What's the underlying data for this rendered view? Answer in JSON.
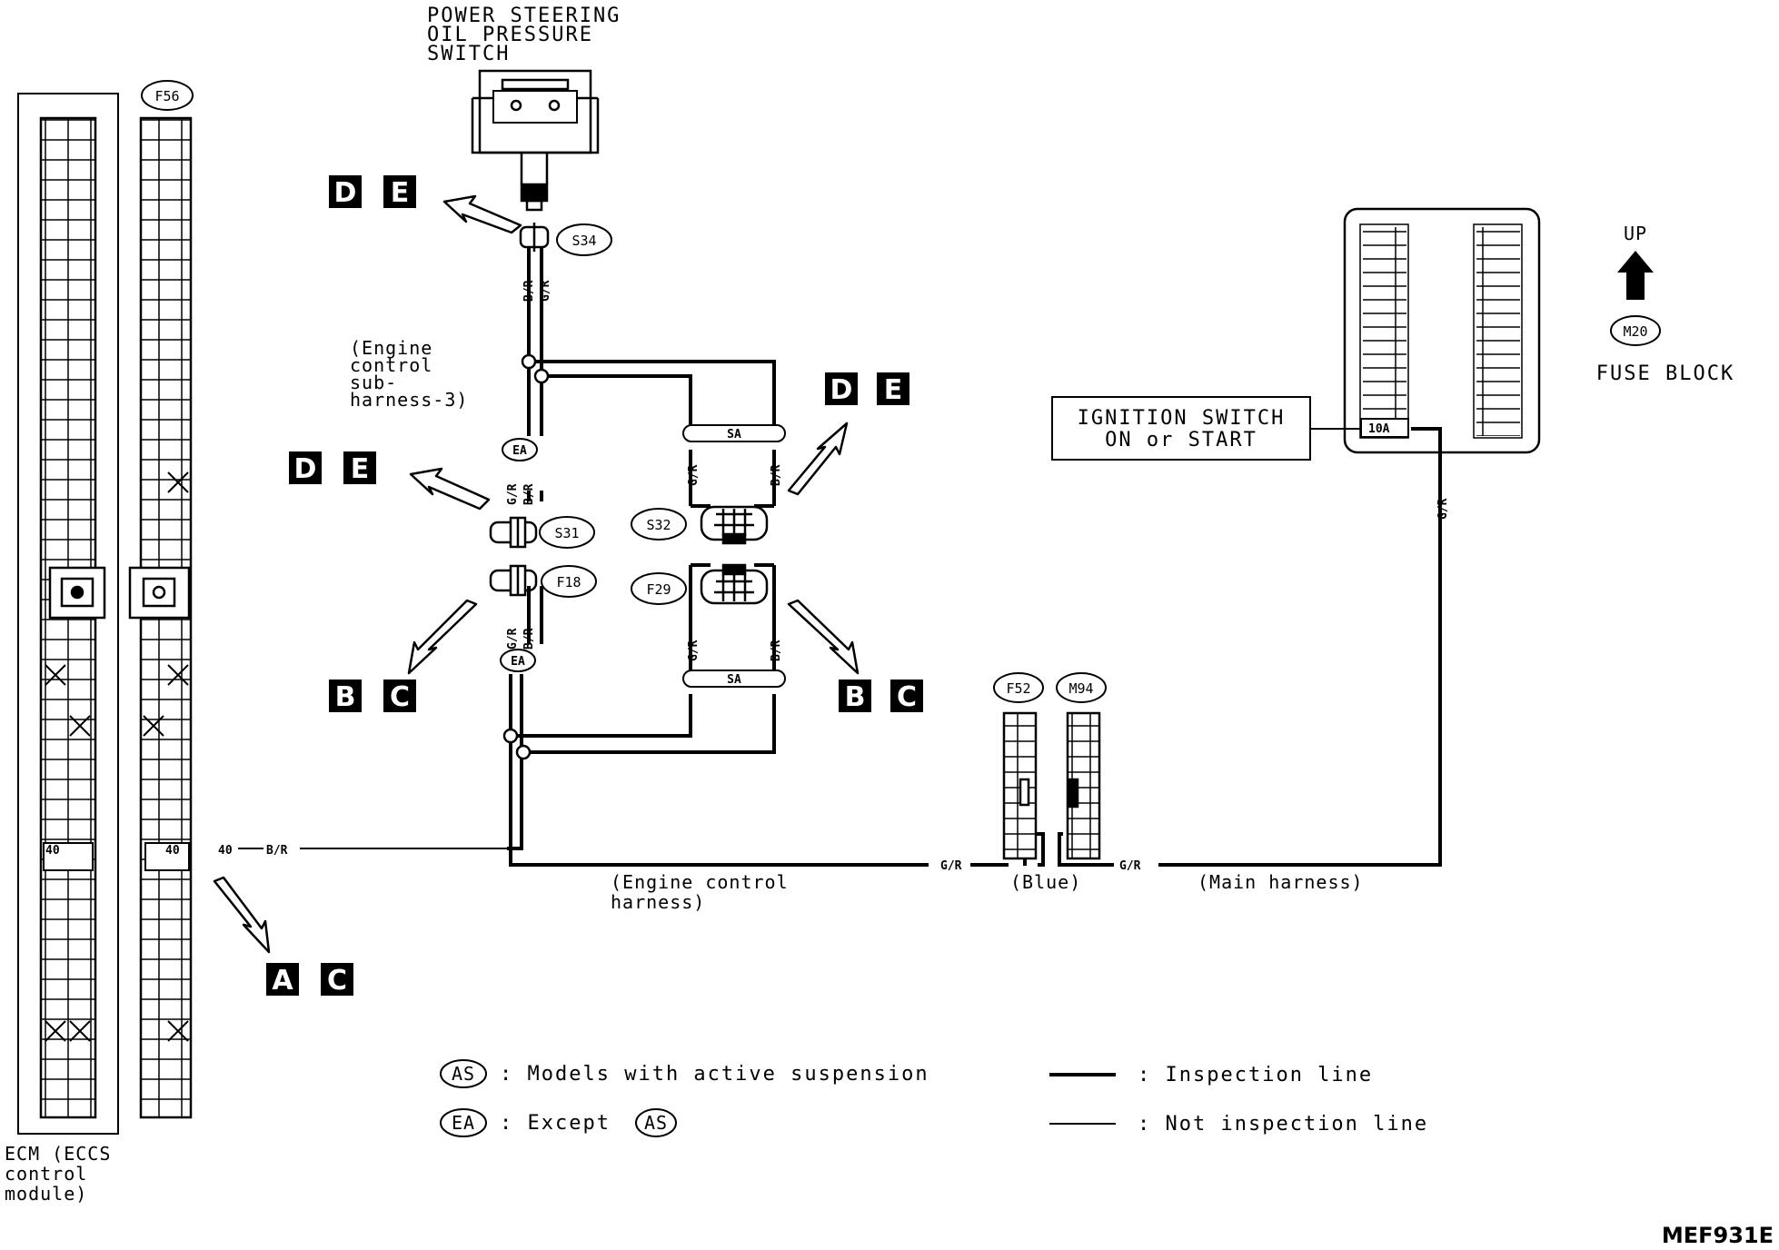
{
  "components": {
    "ps_switch": "POWER STEERING\nOIL PRESSURE\nSWITCH",
    "ecm": "ECM (ECCS\ncontrol\nmodule)",
    "ignition": "IGNITION SWITCH\nON or START",
    "fuse_block": "FUSE BLOCK",
    "up": "UP",
    "fuse": "10A"
  },
  "connectors": {
    "f56": "F56",
    "s34": "S34",
    "s31": "S31",
    "s32": "S32",
    "f18": "F18",
    "f29": "F29",
    "f52": "F52",
    "m94": "M94",
    "m20": "M20",
    "ea_top": "EA",
    "ea_bot": "EA",
    "sa_top": "SA",
    "sa_bot": "SA"
  },
  "wires": {
    "s34_br": "B/R",
    "s34_gr": "G/R",
    "s31_gr": "G/R",
    "s31_br": "B/R",
    "s32_gr": "G/R",
    "s32_br": "B/R",
    "f18_gr": "G/R",
    "f18_br": "B/R",
    "f29_gr": "G/R",
    "f29_br": "B/R",
    "main_gr1": "G/R",
    "main_gr2": "G/R",
    "fuse_gr": "G/R",
    "ecm_40": "40",
    "ecm_pin_a": "40",
    "ecm_pin_b": "40",
    "ecm_br": "B/R"
  },
  "harness": {
    "sub3": "(Engine\ncontrol\nsub-\nharness-3)",
    "engine": "(Engine control\nharness)",
    "blue": "(Blue)",
    "main": "(Main harness)"
  },
  "references": {
    "de1": [
      "D",
      "E"
    ],
    "de2": [
      "D",
      "E"
    ],
    "de3": [
      "D",
      "E"
    ],
    "bc1": [
      "B",
      "C"
    ],
    "bc2": [
      "B",
      "C"
    ],
    "ac": [
      "A",
      "C"
    ]
  },
  "legend": {
    "as_code": "AS",
    "as_desc": ": Models with active suspension",
    "ea_code": "EA",
    "ea_desc": ": Except",
    "inspection": ": Inspection line",
    "not_inspection": ": Not inspection line"
  },
  "figure_code": "MEF931E"
}
